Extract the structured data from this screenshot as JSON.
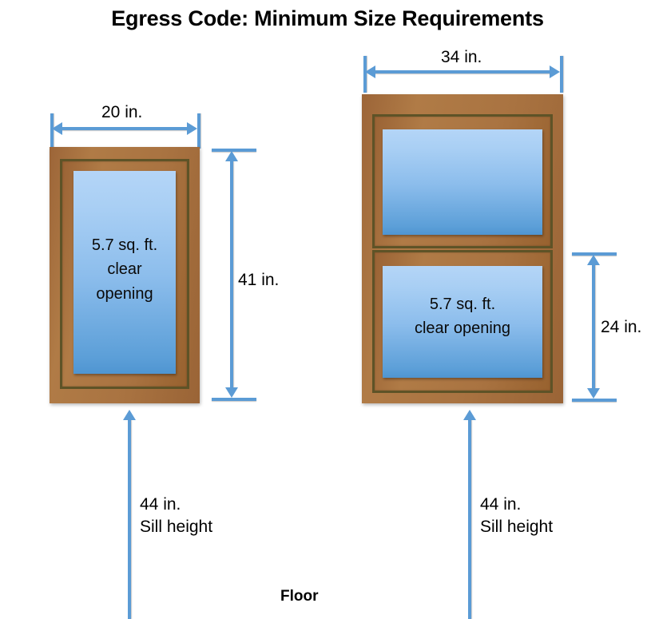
{
  "title": "Egress Code: Minimum Size Requirements",
  "floor_label": "Floor",
  "colors": {
    "frame_brown": "#a97341",
    "sash_outline": "#5e5327",
    "glass_top": "#b4d5f7",
    "glass_bottom": "#5c9fd8",
    "dimension_blue": "#5b9bd5",
    "text": "#000000",
    "background": "#ffffff"
  },
  "windows": [
    {
      "id": "casement",
      "width_label": "20 in.",
      "height_label": "41 in.",
      "sill_label": "44 in.\nSill height",
      "glass_text": "5.7 sq. ft.\nclear\nopening"
    },
    {
      "id": "double-hung",
      "width_label": "34 in.",
      "height_label": "24 in.",
      "sill_label": "44 in.\nSill height",
      "upper_glass_text": "",
      "lower_glass_text": "5.7 sq. ft.\nclear opening"
    }
  ]
}
